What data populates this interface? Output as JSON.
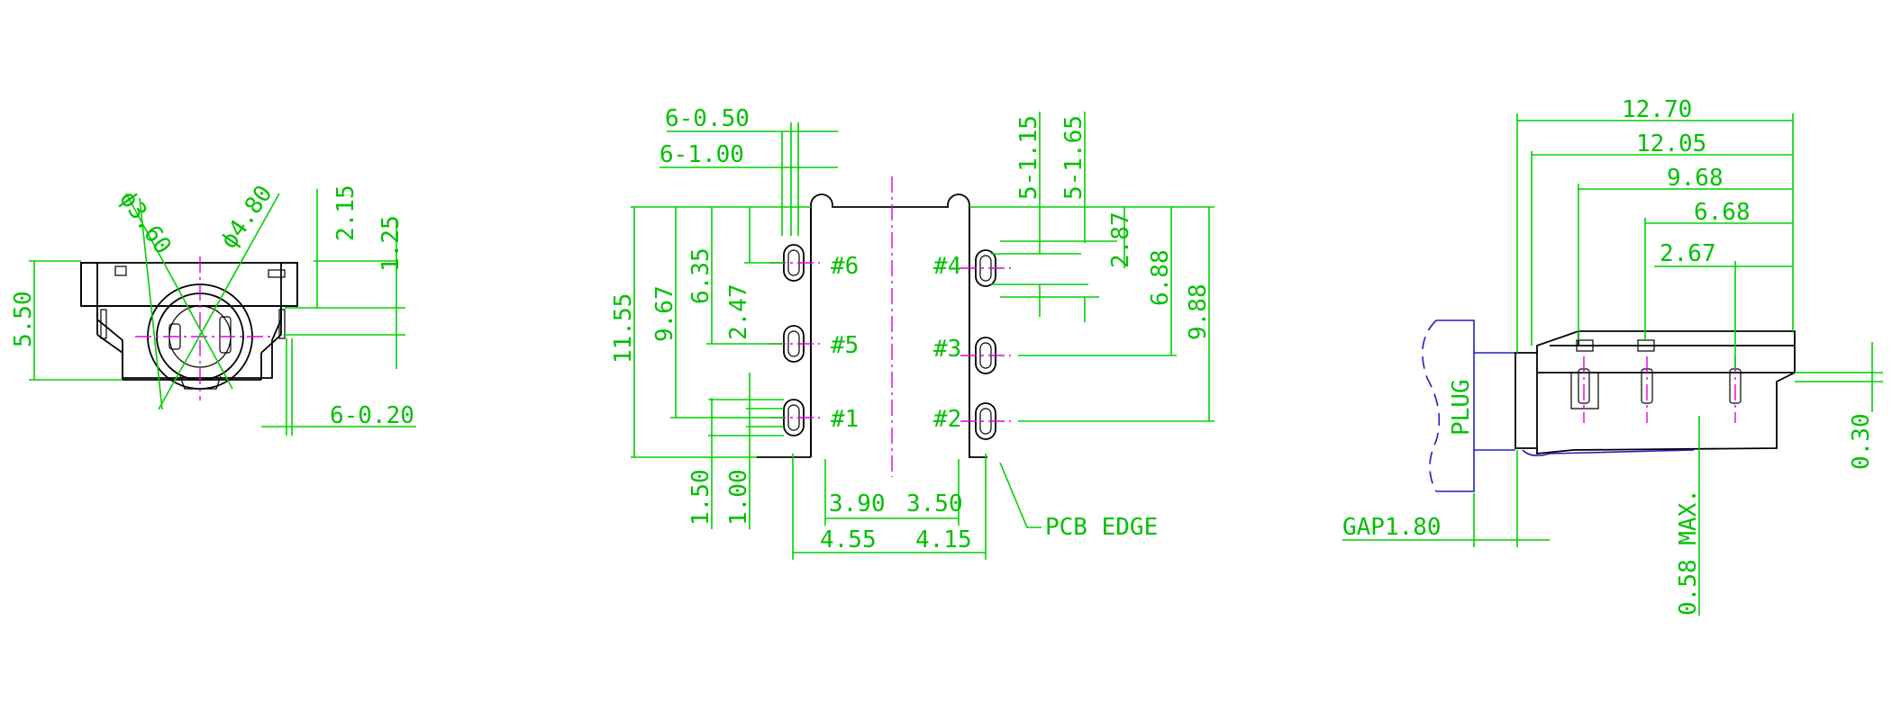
{
  "colors": {
    "dimension": "#00d000",
    "outline": "#000000",
    "centerline": "#e000e0",
    "plug": "#2020c0",
    "background": "#ffffff"
  },
  "front_view": {
    "dims": {
      "height_total": "5.50",
      "dia_inner": "ϕ3.60",
      "dia_outer": "ϕ4.80",
      "top_offset": "2.15",
      "mid_offset": "1.25",
      "pin_thickness": "6-0.20"
    }
  },
  "pcb_layout": {
    "dims": {
      "slot_width": "6-0.50",
      "slot_length": "6-1.00",
      "slot_width_right": "5-1.15",
      "slot_length_right": "5-1.65",
      "total_height_left": "11.55",
      "left_9_67": "9.67",
      "left_6_35": "6.35",
      "left_2_47": "2.47",
      "right_2_87": "2.87",
      "right_6_88": "6.88",
      "right_9_88": "9.88",
      "bottom_1_50": "1.50",
      "bottom_1_00": "1.00",
      "horiz_3_90": "3.90",
      "horiz_3_50": "3.50",
      "horiz_4_55": "4.55",
      "horiz_4_15": "4.15"
    },
    "pins": {
      "p6": "#6",
      "p5": "#5",
      "p1": "#1",
      "p4": "#4",
      "p3": "#3",
      "p2": "#2"
    },
    "pcb_edge": "PCB EDGE"
  },
  "side_view": {
    "dims": {
      "len_12_70": "12.70",
      "len_12_05": "12.05",
      "len_9_68": "9.68",
      "len_6_68": "6.68",
      "len_2_67": "2.67",
      "gap": "GAP1.80",
      "thick_0_30": "0.30",
      "max_0_58": "0.58 MAX."
    },
    "plug_label": "PLUG"
  }
}
